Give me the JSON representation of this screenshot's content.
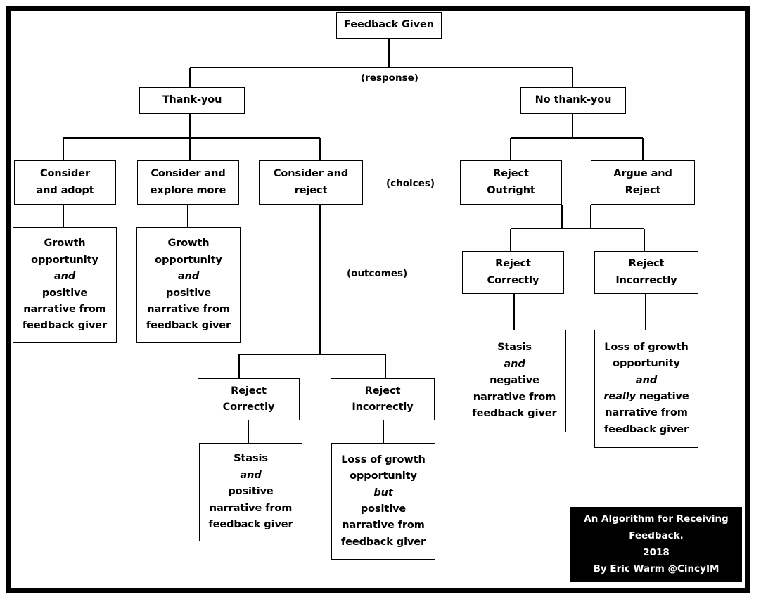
{
  "diagram": {
    "title": "An Algorithm for Receiving Feedback",
    "root": {
      "label": "Feedback Given"
    },
    "annotations": [
      {
        "id": "response-label",
        "text": "(response)"
      },
      {
        "id": "choices-label",
        "text": "(choices)"
      },
      {
        "id": "outcomes-label",
        "text": "(outcomes)"
      }
    ],
    "responses": [
      {
        "id": "thank-you",
        "label": "Thank-you"
      },
      {
        "id": "no-thank-you",
        "label": "No thank-you"
      }
    ],
    "choices": [
      {
        "id": "consider-and-adopt",
        "line1": "Consider",
        "line2": "and adopt"
      },
      {
        "id": "consider-and-explore-more",
        "line1": "Consider and",
        "line2": "explore more"
      },
      {
        "id": "consider-and-reject",
        "line1": "Consider and",
        "line2": "reject"
      },
      {
        "id": "reject-outright",
        "line1": "Reject",
        "line2": "Outright"
      },
      {
        "id": "argue-and-reject",
        "line1": "Argue and",
        "line2": "Reject"
      }
    ],
    "sub_choices": [
      {
        "id": "reject-correctly-left",
        "line1": "Reject",
        "line2": "Correctly"
      },
      {
        "id": "reject-incorrectly-left",
        "line1": "Reject",
        "line2": "Incorrectly"
      },
      {
        "id": "reject-correctly-right",
        "line1": "Reject",
        "line2": "Correctly"
      },
      {
        "id": "reject-incorrectly-right",
        "line1": "Reject",
        "line2": "Incorrectly"
      }
    ],
    "outcomes": [
      {
        "id": "outcome-growth-positive-adopt",
        "lines": [
          "Growth",
          "opportunity",
          "and",
          "positive",
          "narrative from",
          "feedback giver"
        ],
        "italic_lines": [
          2
        ]
      },
      {
        "id": "outcome-growth-positive-explore",
        "lines": [
          "Growth",
          "opportunity",
          "and",
          "positive",
          "narrative from",
          "feedback giver"
        ],
        "italic_lines": [
          2
        ]
      },
      {
        "id": "outcome-stasis-positive",
        "lines": [
          "Stasis",
          "and",
          "positive",
          "narrative from",
          "feedback giver"
        ],
        "italic_lines": [
          1
        ]
      },
      {
        "id": "outcome-loss-but-positive",
        "lines": [
          "Loss of growth",
          "opportunity",
          "but",
          "positive",
          "narrative from",
          "feedback giver"
        ],
        "italic_lines": [
          2
        ]
      },
      {
        "id": "outcome-stasis-negative",
        "lines": [
          "Stasis",
          "and",
          "negative",
          "narrative from",
          "feedback giver"
        ],
        "italic_lines": [
          1
        ]
      },
      {
        "id": "outcome-loss-really-negative",
        "lines": [
          "Loss of growth",
          "opportunity",
          "and",
          "really negative",
          "narrative from",
          "feedback giver"
        ],
        "italic_lines": [
          2
        ],
        "partial_italic": {
          "line": 3,
          "italic_word": "really",
          "rest": " negative"
        }
      }
    ],
    "caption": {
      "line1": "An Algorithm for Receiving",
      "line2": "Feedback.",
      "line3": "2018",
      "line4": "By Eric Warm @CincyIM"
    },
    "colors": {
      "background": "#ffffff",
      "frame": "#000000",
      "box_border": "#000000",
      "text": "#000000",
      "caption_background": "#000000",
      "caption_text": "#ffffff",
      "connector": "#000000"
    }
  }
}
